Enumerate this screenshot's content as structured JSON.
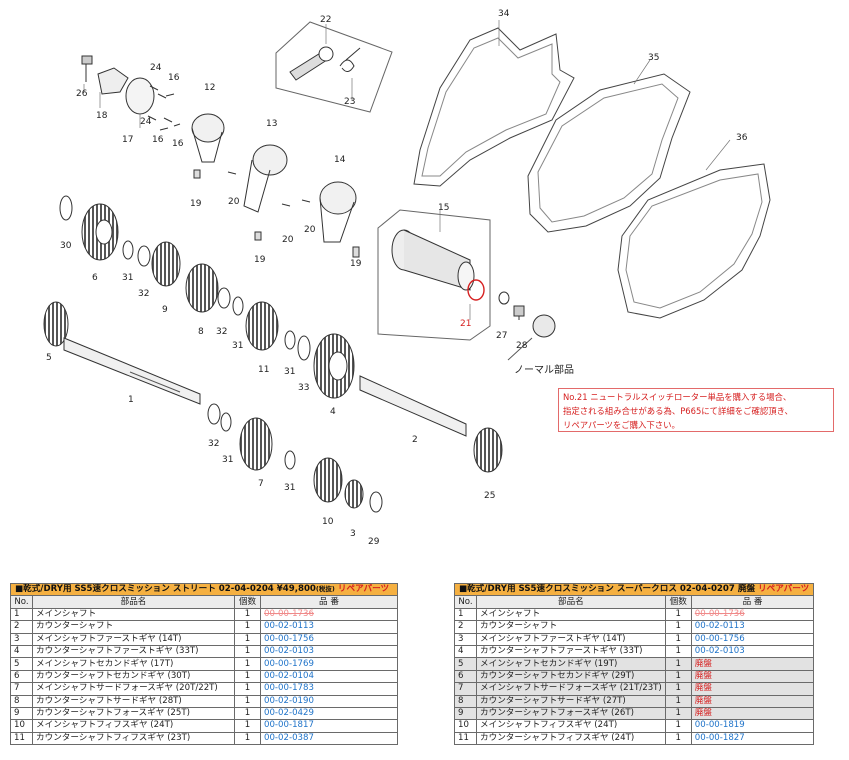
{
  "diagram": {
    "callouts": [
      {
        "id": "c22",
        "text": "22"
      },
      {
        "id": "c23",
        "text": "23"
      },
      {
        "id": "c24a",
        "text": "24"
      },
      {
        "id": "c24b",
        "text": "24"
      },
      {
        "id": "c26",
        "text": "26"
      },
      {
        "id": "c16a",
        "text": "16"
      },
      {
        "id": "c16b",
        "text": "16"
      },
      {
        "id": "c16c",
        "text": "16"
      },
      {
        "id": "c18",
        "text": "18"
      },
      {
        "id": "c17",
        "text": "17"
      },
      {
        "id": "c12",
        "text": "12"
      },
      {
        "id": "c13",
        "text": "13"
      },
      {
        "id": "c14",
        "text": "14"
      },
      {
        "id": "c19a",
        "text": "19"
      },
      {
        "id": "c19b",
        "text": "19"
      },
      {
        "id": "c19c",
        "text": "19"
      },
      {
        "id": "c20a",
        "text": "20"
      },
      {
        "id": "c20b",
        "text": "20"
      },
      {
        "id": "c20c",
        "text": "20"
      },
      {
        "id": "c15",
        "text": "15"
      },
      {
        "id": "c21",
        "text": "21"
      },
      {
        "id": "c27",
        "text": "27"
      },
      {
        "id": "c28",
        "text": "28"
      },
      {
        "id": "c30",
        "text": "30"
      },
      {
        "id": "c6",
        "text": "6"
      },
      {
        "id": "c31a",
        "text": "31"
      },
      {
        "id": "c32a",
        "text": "32"
      },
      {
        "id": "c9",
        "text": "9"
      },
      {
        "id": "c8",
        "text": "8"
      },
      {
        "id": "c32b",
        "text": "32"
      },
      {
        "id": "c31b",
        "text": "31"
      },
      {
        "id": "c11",
        "text": "11"
      },
      {
        "id": "c31c",
        "text": "31"
      },
      {
        "id": "c33",
        "text": "33"
      },
      {
        "id": "c4",
        "text": "4"
      },
      {
        "id": "c5",
        "text": "5"
      },
      {
        "id": "c1",
        "text": "1"
      },
      {
        "id": "c2",
        "text": "2"
      },
      {
        "id": "c32c",
        "text": "32"
      },
      {
        "id": "c31d",
        "text": "31"
      },
      {
        "id": "c7",
        "text": "7"
      },
      {
        "id": "c31e",
        "text": "31"
      },
      {
        "id": "c10",
        "text": "10"
      },
      {
        "id": "c3",
        "text": "3"
      },
      {
        "id": "c29",
        "text": "29"
      },
      {
        "id": "c25",
        "text": "25"
      },
      {
        "id": "c34",
        "text": "34"
      },
      {
        "id": "c35",
        "text": "35"
      },
      {
        "id": "c36",
        "text": "36"
      }
    ],
    "normal_parts_label": "ノーマル部品",
    "notice_lines": [
      "No.21 ニュートラルスイッチローター単品を購入する場合、",
      "指定される組み合せがある為、P665にて詳細をご確認頂き、",
      "リペアパーツをご購入下さい。"
    ]
  },
  "table_street": {
    "title_main": "■乾式/DRY用 SS5速クロスミッション ストリート 02-04-0204 ¥49,800",
    "title_tax": "(税抜)",
    "title_rest": "リペアパーツ",
    "headers": {
      "no": "No.",
      "name": "部品名",
      "qty": "個数",
      "code": "品 番"
    },
    "rows": [
      {
        "no": "1",
        "name": "メインシャフト",
        "qty": "1",
        "code": "00-00-1736",
        "style": "strike",
        "gray": false
      },
      {
        "no": "2",
        "name": "カウンターシャフト",
        "qty": "1",
        "code": "00-02-0113",
        "style": "",
        "gray": false
      },
      {
        "no": "3",
        "name": "メインシャフトファーストギヤ (14T)",
        "qty": "1",
        "code": "00-00-1756",
        "style": "",
        "gray": false
      },
      {
        "no": "4",
        "name": "カウンターシャフトファーストギヤ (33T)",
        "qty": "1",
        "code": "00-02-0103",
        "style": "",
        "gray": false
      },
      {
        "no": "5",
        "name": "メインシャフトセカンドギヤ (17T)",
        "qty": "1",
        "code": "00-00-1769",
        "style": "",
        "gray": false
      },
      {
        "no": "6",
        "name": "カウンターシャフトセカンドギヤ (30T)",
        "qty": "1",
        "code": "00-02-0104",
        "style": "",
        "gray": false
      },
      {
        "no": "7",
        "name": "メインシャフトサードフォースギヤ (20T/22T)",
        "qty": "1",
        "code": "00-00-1783",
        "style": "",
        "gray": false
      },
      {
        "no": "8",
        "name": "カウンターシャフトサードギヤ (28T)",
        "qty": "1",
        "code": "00-02-0190",
        "style": "",
        "gray": false
      },
      {
        "no": "9",
        "name": "カウンターシャフトフォースギヤ (25T)",
        "qty": "1",
        "code": "00-02-0429",
        "style": "",
        "gray": false
      },
      {
        "no": "10",
        "name": "メインシャフトフィフスギヤ (24T)",
        "qty": "1",
        "code": "00-00-1817",
        "style": "",
        "gray": false
      },
      {
        "no": "11",
        "name": "カウンターシャフトフィフスギヤ (23T)",
        "qty": "1",
        "code": "00-02-0387",
        "style": "",
        "gray": false
      }
    ]
  },
  "table_super": {
    "title_main": "■乾式/DRY用 SS5速クロスミッション スーパークロス 02-04-0207 廃盤",
    "title_rest": "リペアパーツ",
    "headers": {
      "no": "No.",
      "name": "部品名",
      "qty": "個数",
      "code": "品 番"
    },
    "rows": [
      {
        "no": "1",
        "name": "メインシャフト",
        "qty": "1",
        "code": "00-00-1736",
        "style": "strike",
        "gray": false
      },
      {
        "no": "2",
        "name": "カウンターシャフト",
        "qty": "1",
        "code": "00-02-0113",
        "style": "",
        "gray": false
      },
      {
        "no": "3",
        "name": "メインシャフトファーストギヤ (14T)",
        "qty": "1",
        "code": "00-00-1756",
        "style": "",
        "gray": false
      },
      {
        "no": "4",
        "name": "カウンターシャフトファーストギヤ (33T)",
        "qty": "1",
        "code": "00-02-0103",
        "style": "",
        "gray": false
      },
      {
        "no": "5",
        "name": "メインシャフトセカンドギヤ (19T)",
        "qty": "1",
        "code": "廃盤",
        "style": "red",
        "gray": true
      },
      {
        "no": "6",
        "name": "カウンターシャフトセカンドギヤ (29T)",
        "qty": "1",
        "code": "廃盤",
        "style": "red",
        "gray": true
      },
      {
        "no": "7",
        "name": "メインシャフトサードフォースギヤ (21T/23T)",
        "qty": "1",
        "code": "廃盤",
        "style": "red",
        "gray": true
      },
      {
        "no": "8",
        "name": "カウンターシャフトサードギヤ (27T)",
        "qty": "1",
        "code": "廃盤",
        "style": "red",
        "gray": true
      },
      {
        "no": "9",
        "name": "カウンターシャフトフォースギヤ (26T)",
        "qty": "1",
        "code": "廃盤",
        "style": "red",
        "gray": true
      },
      {
        "no": "10",
        "name": "メインシャフトフィフスギヤ (24T)",
        "qty": "1",
        "code": "00-00-1819",
        "style": "",
        "gray": false
      },
      {
        "no": "11",
        "name": "カウンターシャフトフィフスギヤ (24T)",
        "qty": "1",
        "code": "00-00-1827",
        "style": "",
        "gray": false
      }
    ]
  }
}
